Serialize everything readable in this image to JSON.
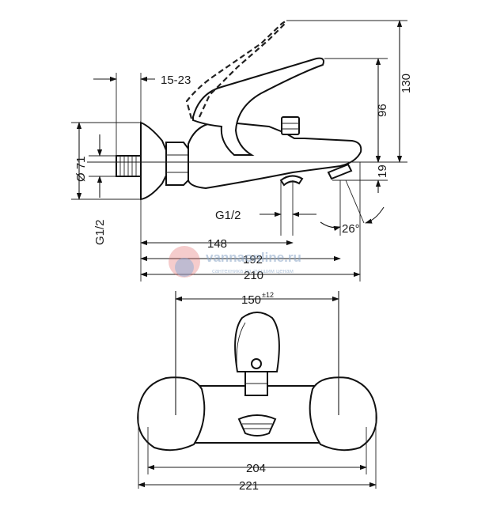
{
  "side_view": {
    "dims": {
      "connection_range": "15-23",
      "flange_diameter": "Ø 71",
      "inlet_thread": "G1/2",
      "outlet_thread": "G1/2",
      "height_130": "130",
      "height_96": "96",
      "height_19": "19",
      "angle": "26°",
      "length_148": "148",
      "length_192": "192",
      "length_210": "210"
    }
  },
  "front_view": {
    "dims": {
      "center_distance": "150",
      "center_tolerance": "±12",
      "width_204": "204",
      "width_221": "221"
    }
  },
  "watermark": {
    "brand": "vannaonline.ru",
    "tagline": "сантехника по лучшим ценам"
  }
}
